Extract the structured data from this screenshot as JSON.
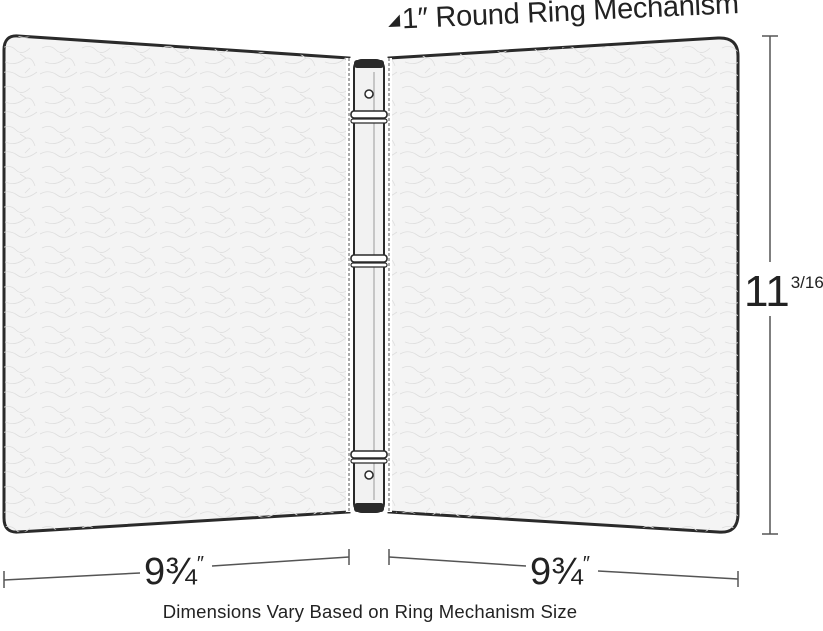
{
  "mechanism_label": "1″ Round Ring Mechanism",
  "height_label": {
    "whole": "11",
    "fraction": "3/16",
    "unit": "″"
  },
  "width_left": {
    "value": "9¾",
    "unit": "″"
  },
  "width_right": {
    "value": "9¾",
    "unit": "″"
  },
  "caption": "Dimensions Vary Based on Ring Mechanism Size",
  "colors": {
    "outline": "#2a2a2a",
    "cover_fill": "#f4f4f4",
    "texture": "#dcdcdc",
    "dimension_line": "#555555"
  }
}
